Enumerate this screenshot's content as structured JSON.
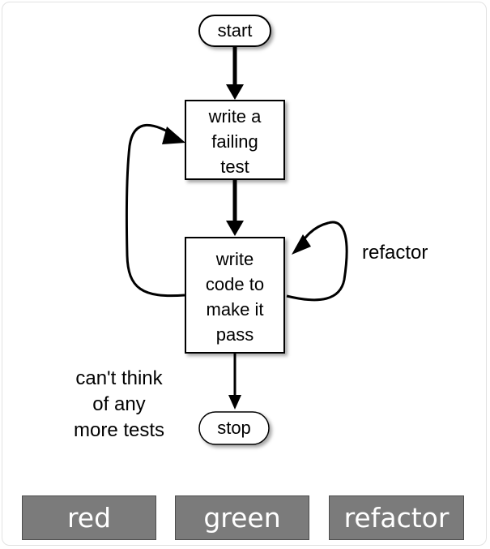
{
  "diagram": {
    "nodes": {
      "start": {
        "label": "start",
        "shape": "terminal"
      },
      "write_test": {
        "lines": [
          "write a",
          "failing",
          "test"
        ],
        "shape": "process"
      },
      "write_code": {
        "lines": [
          "write",
          "code to",
          "make it",
          "pass"
        ],
        "shape": "process"
      },
      "stop": {
        "label": "stop",
        "shape": "terminal"
      }
    },
    "edges": [
      {
        "from": "start",
        "to": "write_test"
      },
      {
        "from": "write_test",
        "to": "write_code"
      },
      {
        "from": "write_code",
        "to": "write_test",
        "kind": "loop-left"
      },
      {
        "from": "write_code",
        "to": "write_code",
        "kind": "self-loop",
        "label": "refactor"
      },
      {
        "from": "write_code",
        "to": "stop",
        "label_lines": [
          "can't think",
          "of any",
          "more tests"
        ]
      }
    ],
    "labels": {
      "refactor": "refactor",
      "no_more_tests": [
        "can't think",
        "of any",
        "more tests"
      ]
    }
  },
  "phases": [
    {
      "label": "red"
    },
    {
      "label": "green"
    },
    {
      "label": "refactor"
    }
  ],
  "colors": {
    "phase_fill": "#7b7b7b",
    "phase_border": "#4d4d4d",
    "phase_text": "#ffffff",
    "line": "#000000"
  }
}
